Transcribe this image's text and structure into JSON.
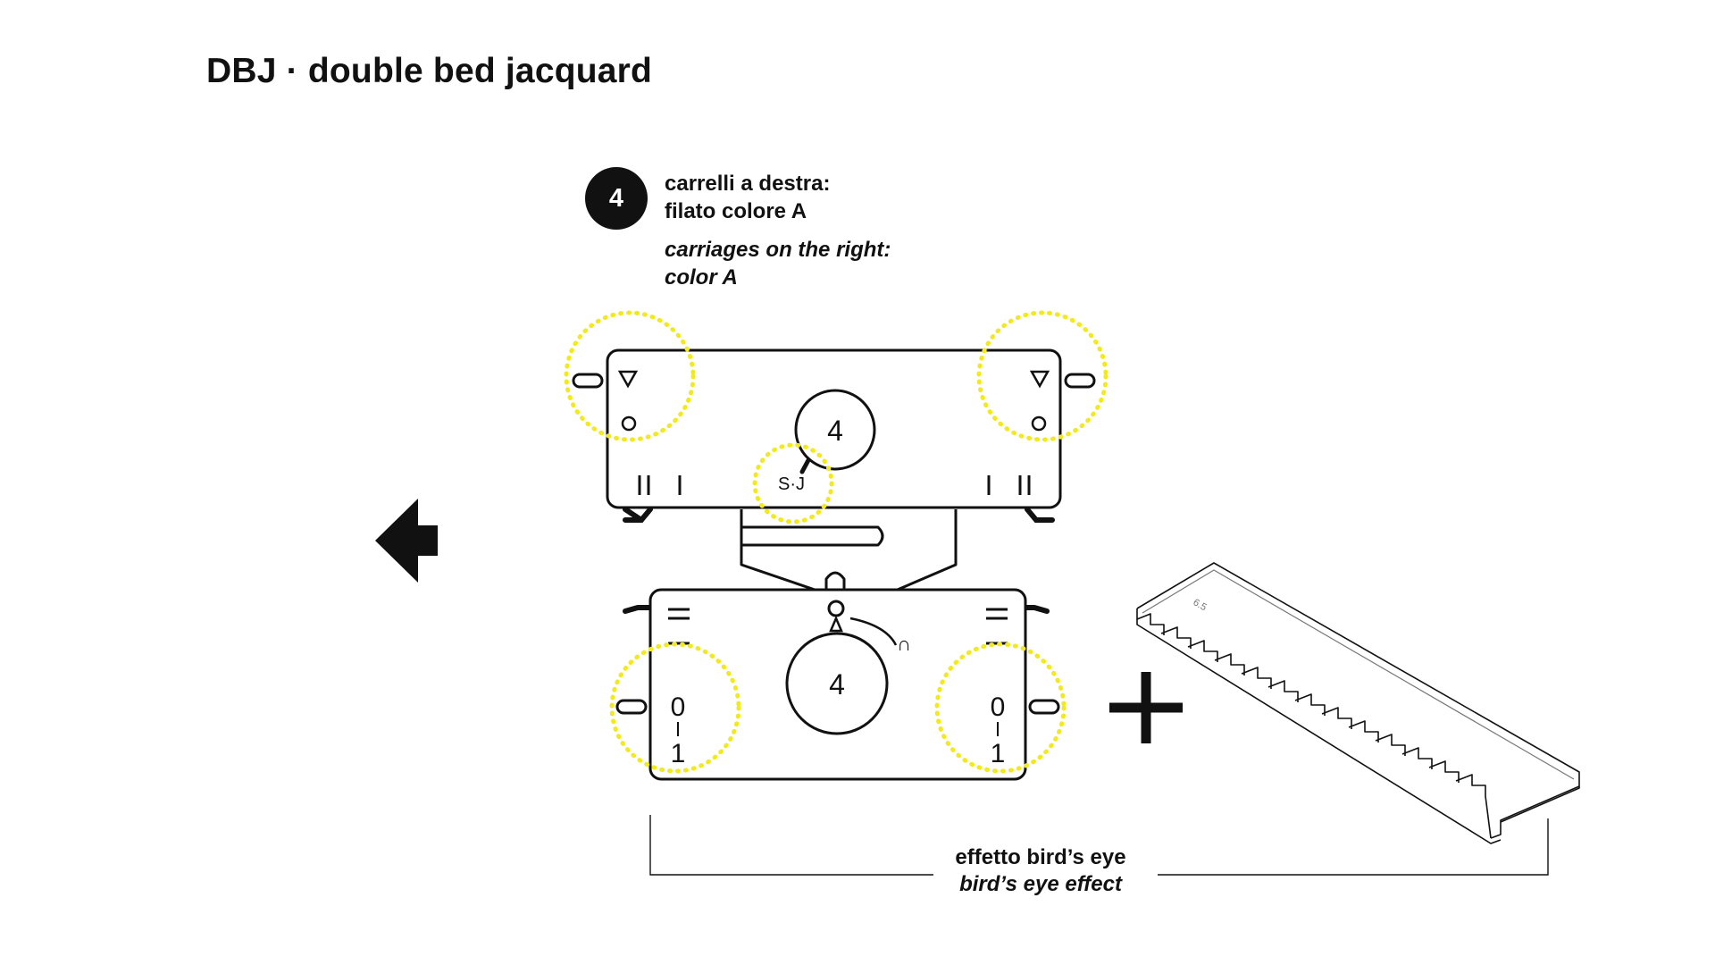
{
  "title": "DBJ · double bed jacquard",
  "step": {
    "number": "4",
    "text_it": [
      "carrelli a destra:",
      "filato colore A"
    ],
    "text_en": [
      "carriages on the right:",
      "color A"
    ]
  },
  "upper_carriage": {
    "dial_value": "4",
    "mode_label": "S·J"
  },
  "lower_carriage": {
    "dial_value": "4",
    "left_switch": {
      "top": "0",
      "bottom": "1"
    },
    "right_switch": {
      "top": "0",
      "bottom": "1"
    },
    "knob_symbol": "∩"
  },
  "comb_label": "6.5",
  "effect": {
    "label_it": "effetto bird’s eye",
    "label_en": "bird’s eye effect"
  },
  "colors": {
    "highlight": "#f2ea1d",
    "ink": "#111111"
  },
  "icons": {
    "direction": "arrow-left-icon",
    "combine": "plus-icon"
  }
}
